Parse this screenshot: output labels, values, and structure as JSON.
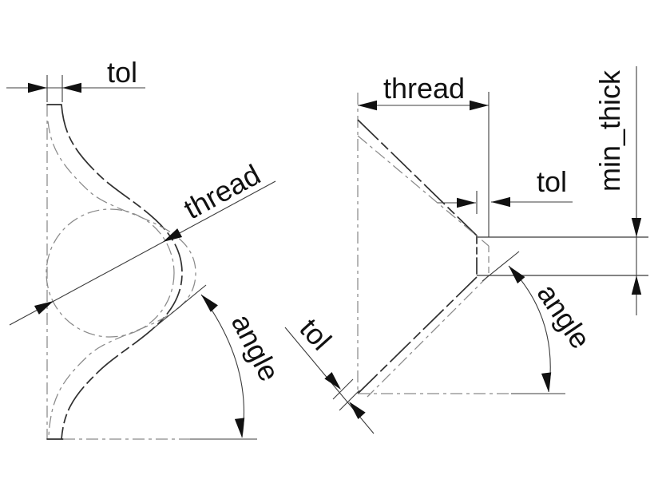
{
  "left_figure": {
    "labels": {
      "tol": "tol",
      "thread": "thread",
      "angle": "angle"
    }
  },
  "right_figure": {
    "labels": {
      "thread": "thread",
      "tol_top": "tol",
      "min_thick": "min_thick",
      "angle": "angle",
      "tol_bottom": "tol"
    }
  },
  "colors": {
    "object_line": "#2f2f2f",
    "dimension_line": "#3c3c3c",
    "centerline": "#8a8a8a",
    "bar_line": "#5a5a5a",
    "arrow": "#111111",
    "text": "#111111",
    "background": "#ffffff"
  }
}
